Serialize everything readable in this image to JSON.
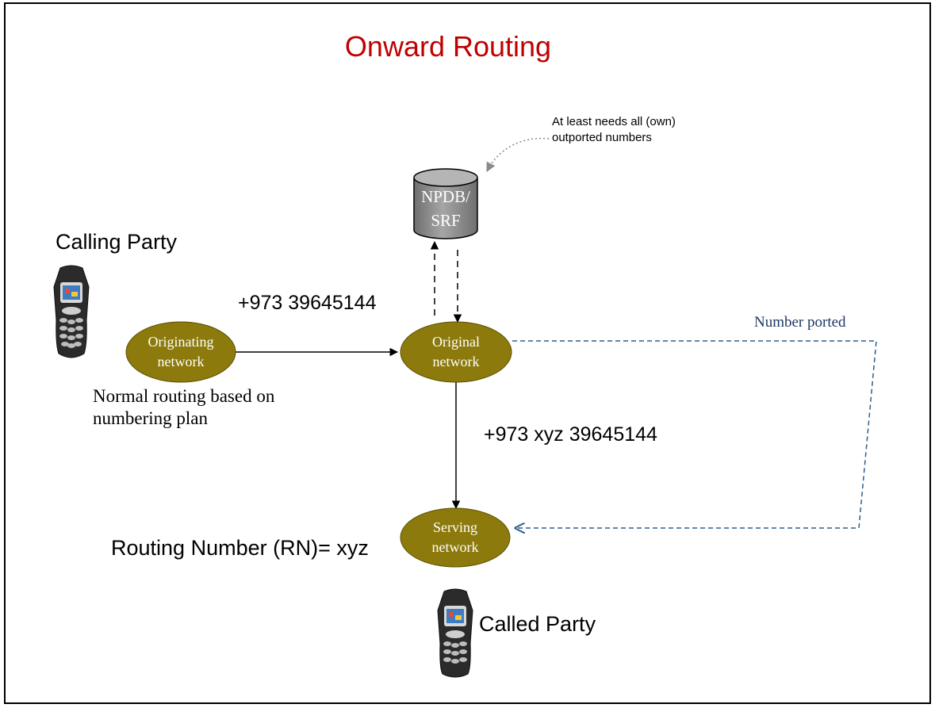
{
  "title": "Onward Routing",
  "annotation": "At least needs all (own) outported numbers",
  "calling_party": "Calling Party",
  "called_party": "Called Party",
  "dialed_number": "+973 39645144",
  "routed_number": "+973 xyz 39645144",
  "number_ported_label": "Number ported",
  "normal_routing_note": "Normal routing based on numbering plan",
  "routing_number_label": "Routing Number (RN)= xyz",
  "database": {
    "line1": "NPDB/",
    "line2": "SRF"
  },
  "nodes": {
    "originating": {
      "line1": "Originating",
      "line2": "network"
    },
    "original": {
      "line1": "Original",
      "line2": "network"
    },
    "serving": {
      "line1": "Serving",
      "line2": "network"
    }
  },
  "colors": {
    "title": "#c00000",
    "node_fill": "#8c7a0c",
    "db_fill": "#8e8e8e",
    "ported_line": "#2e5f8c",
    "ported_text": "#1f3864"
  },
  "icons": [
    "mobile-phone-icon",
    "mobile-phone-icon"
  ]
}
